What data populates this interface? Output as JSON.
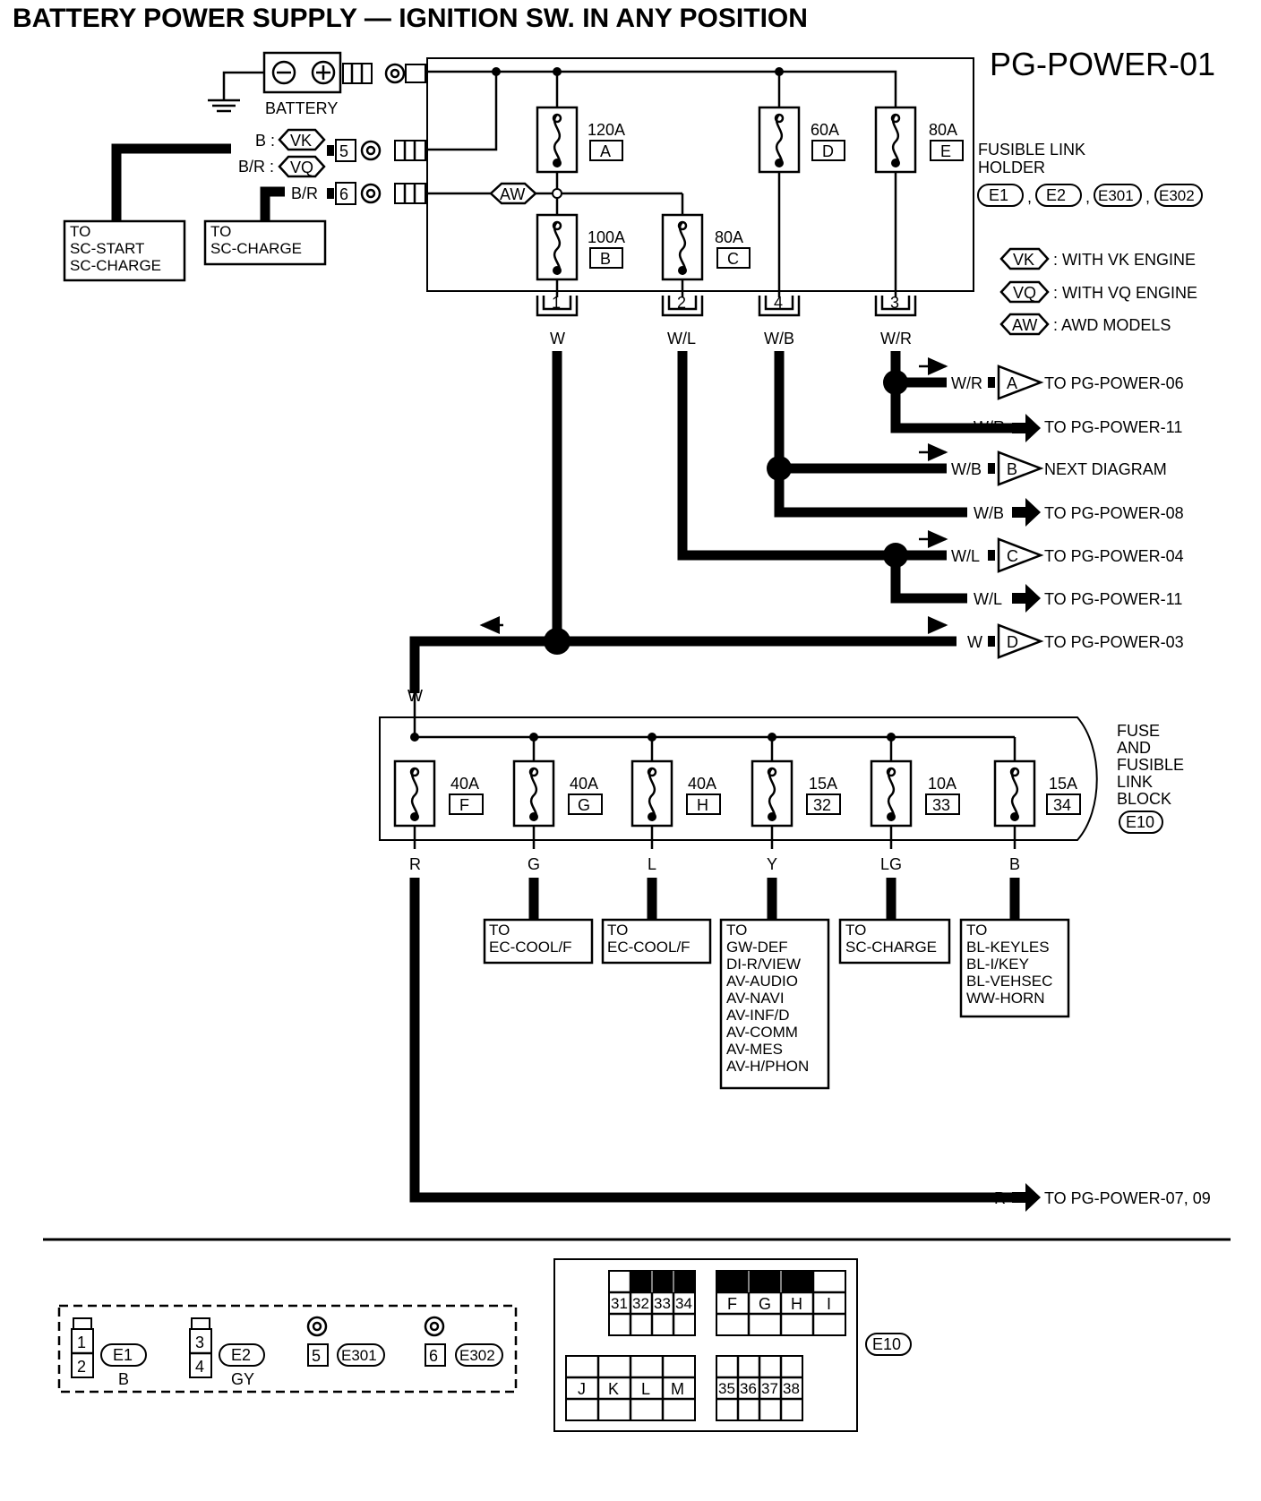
{
  "title": "BATTERY POWER SUPPLY — IGNITION SW. IN ANY POSITION",
  "diagram_code": "PG-POWER-01",
  "battery": {
    "label": "BATTERY",
    "minus": "⊖",
    "plus": "⊕"
  },
  "battery_feeds": [
    {
      "wire": "B :",
      "tag": "VK",
      "connector": "5"
    },
    {
      "wire": "B/R :",
      "tag": "VQ",
      "connector": ""
    },
    {
      "wire": "B/R",
      "tag": "",
      "connector": "6"
    }
  ],
  "left_boxes": [
    {
      "lines": [
        "TO",
        "SC-START",
        "SC-CHARGE"
      ]
    },
    {
      "lines": [
        "TO",
        "SC-CHARGE"
      ]
    }
  ],
  "aw_tag": "AW",
  "holder": {
    "title_lines": [
      "FUSIBLE LINK",
      "HOLDER"
    ],
    "connectors": [
      "E1",
      "E2",
      "E301",
      "E302"
    ],
    "fuses": [
      {
        "rating": "120A",
        "id": "A"
      },
      {
        "rating": "100A",
        "id": "B"
      },
      {
        "rating": "80A",
        "id": "C"
      },
      {
        "rating": "60A",
        "id": "D"
      },
      {
        "rating": "80A",
        "id": "E"
      }
    ],
    "terminals": [
      {
        "pin": "1",
        "wire": "W"
      },
      {
        "pin": "2",
        "wire": "W/L"
      },
      {
        "pin": "4",
        "wire": "W/B"
      },
      {
        "pin": "3",
        "wire": "W/R"
      }
    ]
  },
  "legend": [
    {
      "tag": "VK",
      "text": ": WITH  VK ENGINE"
    },
    {
      "tag": "VQ",
      "text": ": WITH  VQ ENGINE"
    },
    {
      "tag": "AW",
      "text": ": AWD MODELS"
    }
  ],
  "outputs": [
    {
      "wire": "W/R",
      "marker": "A",
      "text": "TO PG-POWER-06"
    },
    {
      "wire": "W/R",
      "marker": "",
      "text": "TO PG-POWER-11"
    },
    {
      "wire": "W/B",
      "marker": "B",
      "text": "NEXT DIAGRAM"
    },
    {
      "wire": "W/B",
      "marker": "",
      "text": "TO PG-POWER-08"
    },
    {
      "wire": "W/L",
      "marker": "C",
      "text": "TO PG-POWER-04"
    },
    {
      "wire": "W/L",
      "marker": "",
      "text": "TO PG-POWER-11"
    },
    {
      "wire": "W",
      "marker": "D",
      "text": "TO PG-POWER-03"
    },
    {
      "wire": "R",
      "marker": "",
      "text": "TO PG-POWER-07, 09"
    }
  ],
  "main_w_label": "W",
  "fuse_block": {
    "title_lines": [
      "FUSE",
      "AND",
      "FUSIBLE",
      "LINK",
      "BLOCK"
    ],
    "connector": "E10",
    "fuses": [
      {
        "rating": "40A",
        "id": "F",
        "wire": "R"
      },
      {
        "rating": "40A",
        "id": "G",
        "wire": "G"
      },
      {
        "rating": "40A",
        "id": "H",
        "wire": "L"
      },
      {
        "rating": "15A",
        "id": "32",
        "wire": "Y"
      },
      {
        "rating": "10A",
        "id": "33",
        "wire": "LG"
      },
      {
        "rating": "15A",
        "id": "34",
        "wire": "B"
      }
    ],
    "destinations": [
      {
        "lines": [
          "TO",
          "EC-COOL/F"
        ]
      },
      {
        "lines": [
          "TO",
          "EC-COOL/F"
        ]
      },
      {
        "lines": [
          "TO",
          "GW-DEF",
          "DI-R/VIEW",
          "AV-AUDIO",
          "AV-NAVI",
          "AV-INF/D",
          "AV-COMM",
          "AV-MES",
          "AV-H/PHON"
        ]
      },
      {
        "lines": [
          "TO",
          "SC-CHARGE"
        ]
      },
      {
        "lines": [
          "TO",
          "BL-KEYLES",
          "BL-I/KEY",
          "BL-VEHSEC",
          "WW-HORN"
        ]
      }
    ]
  },
  "connectors_legend": {
    "E1": {
      "pins": [
        "1",
        "2"
      ],
      "name": "E1",
      "color": "B"
    },
    "E2": {
      "pins": [
        "3",
        "4"
      ],
      "name": "E2",
      "color": "GY"
    },
    "E301": {
      "pin": "5",
      "name": "E301"
    },
    "E302": {
      "pin": "6",
      "name": "E302"
    },
    "E10": {
      "name": "E10",
      "block1": [
        "31",
        "32",
        "33",
        "34"
      ],
      "block2": [
        "F",
        "G",
        "H",
        "I"
      ],
      "block3": [
        "J",
        "K",
        "L",
        "M"
      ],
      "block4": [
        "35",
        "36",
        "37",
        "38"
      ]
    }
  }
}
